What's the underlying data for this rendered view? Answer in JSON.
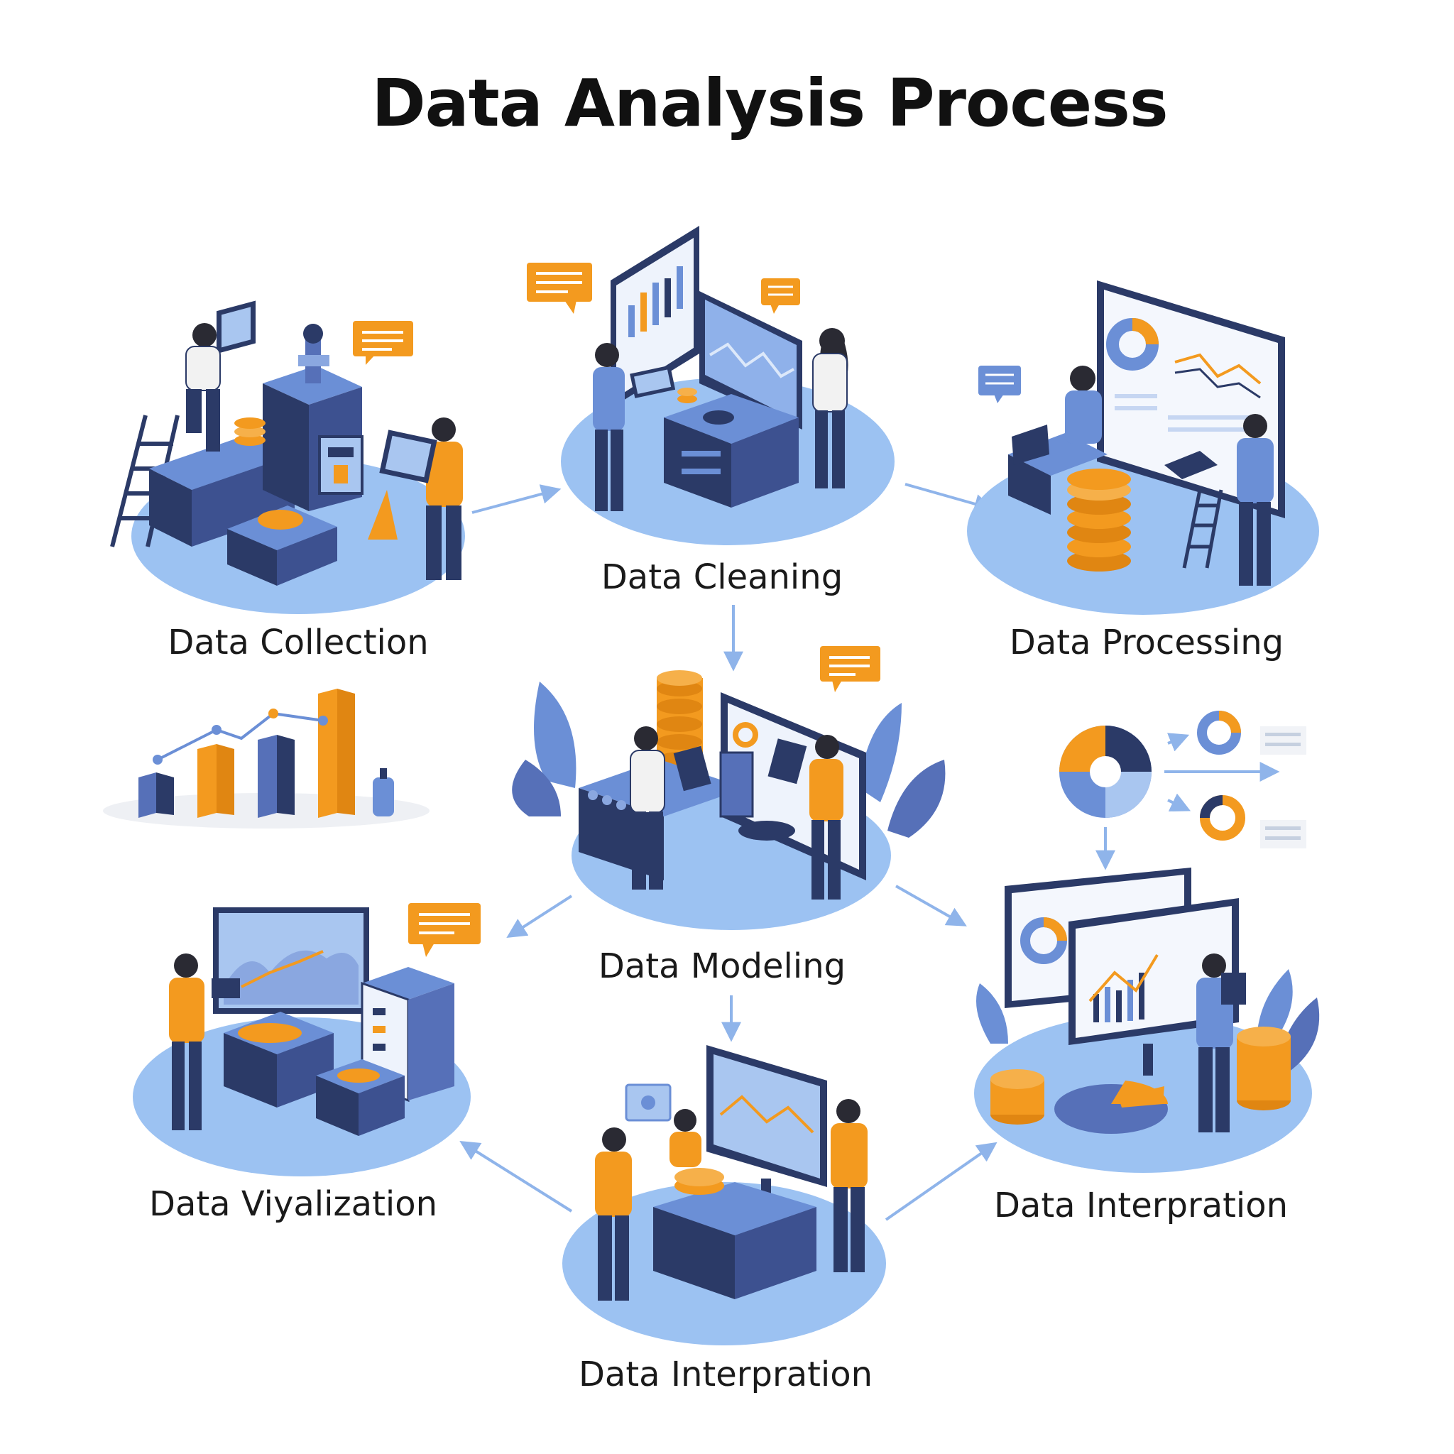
{
  "title": "Data Analysis Process",
  "colors": {
    "navy": "#2b3a67",
    "blue": "#6b8fd6",
    "light_blue": "#a9c6f0",
    "platform": "#9cc2f2",
    "orange": "#f39a1f",
    "skin": "#2a2a33"
  },
  "stages": [
    {
      "id": "collection",
      "label": "Data Collection"
    },
    {
      "id": "cleaning",
      "label": "Data Cleaning"
    },
    {
      "id": "processing",
      "label": "Data Processing"
    },
    {
      "id": "modeling",
      "label": "Data Modeling"
    },
    {
      "id": "visualization",
      "label": "Data Viyalization"
    },
    {
      "id": "interpretation-bottom",
      "label": "Data Interpration"
    },
    {
      "id": "interpretation-right",
      "label": "Data Interpration"
    }
  ],
  "icons": [
    "bar-line-chart-icon",
    "donut-chart-icon",
    "speech-bubble-icon",
    "coin-stack-icon",
    "monitor-icon",
    "server-icon",
    "ladder-icon",
    "leaf-icon",
    "pie-chart-icon"
  ]
}
